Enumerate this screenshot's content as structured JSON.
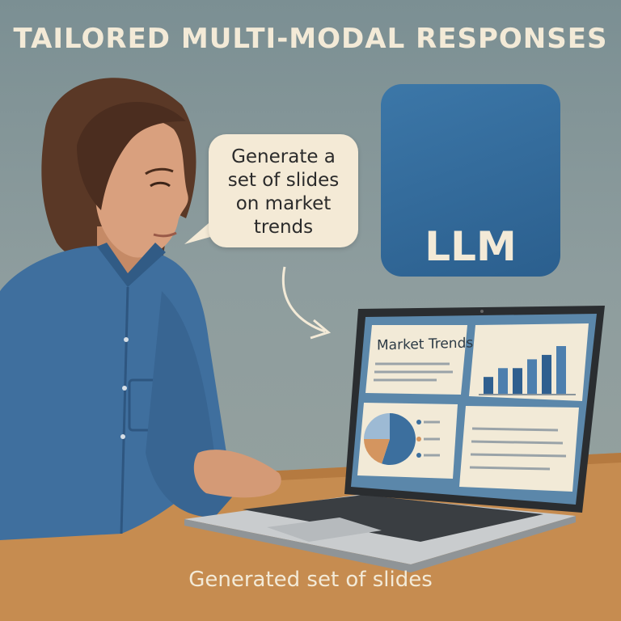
{
  "header": {
    "title": "TAILORED MULTI-MODAL RESPONSES"
  },
  "prompt_bubble": {
    "lines": [
      "Generate a",
      "set of slides",
      "on market",
      "trends"
    ]
  },
  "llm": {
    "label": "LLM",
    "icon": "neural-network-icon"
  },
  "laptop": {
    "slide_title": "Market Trends",
    "bar_chart": {
      "values": [
        2,
        3,
        3,
        4,
        4.5,
        5.5
      ]
    },
    "pie_chart": {
      "slices": [
        0.55,
        0.2,
        0.25
      ]
    }
  },
  "footer": {
    "caption": "Generated set of slides"
  },
  "colors": {
    "title": "#f3ead7",
    "accent_blue": "#3c77a8",
    "bubble": "#f4ead6",
    "desk": "#c98f52"
  }
}
